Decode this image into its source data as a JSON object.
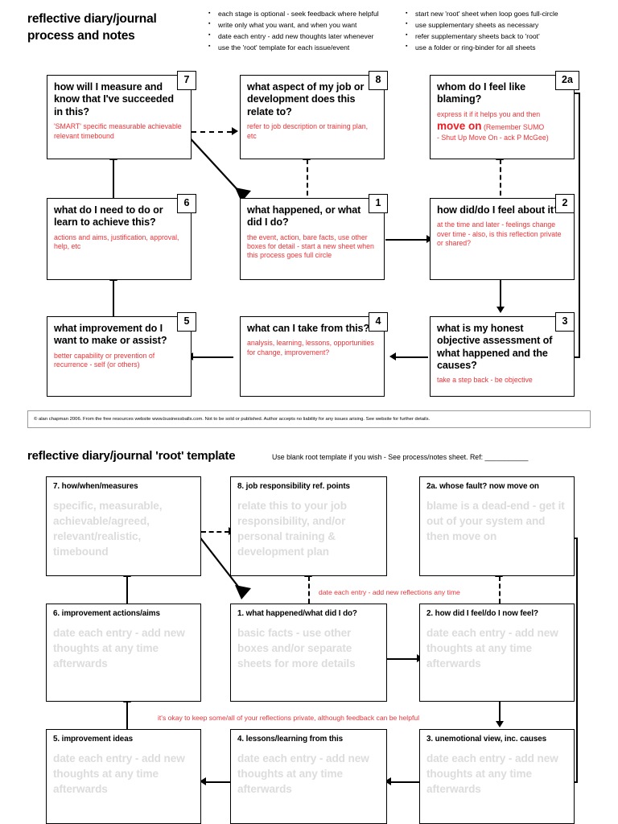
{
  "header": {
    "title": "reflective diary/journal process and notes",
    "bullets_left": [
      "each stage is optional - seek feedback where helpful",
      "write only what you want, and when you want",
      "date each entry - add new thoughts later whenever",
      "use the 'root' template for each issue/event"
    ],
    "bullets_right": [
      "start new 'root' sheet when loop goes full-circle",
      "use supplementary sheets as necessary",
      "refer supplementary sheets back to 'root'",
      "use a folder or ring-binder for all sheets"
    ]
  },
  "process_boxes": {
    "b7": {
      "num": "7",
      "title": "how will I measure and know that I've succeeded in this?",
      "note": "'SMART' specific measurable achievable relevant timebound"
    },
    "b8": {
      "num": "8",
      "title": "what aspect of my job or development does this relate to?",
      "note": "refer to job description or training plan, etc"
    },
    "b2a": {
      "num": "2a",
      "title": "whom do I feel like blaming?",
      "note_1": "express it if it helps you and then",
      "note_big": "move on",
      "note_2": "(Remember SUMO",
      "note_3": "- Shut Up Move On - ack P McGee)"
    },
    "b6": {
      "num": "6",
      "title": "what do I need to do or learn to achieve this?",
      "note": "actions and aims, justification, approval, help, etc"
    },
    "b1": {
      "num": "1",
      "title": "what happened, or what did I do?",
      "note": "the event, action, bare facts, use other boxes for detail - start a new sheet when this process goes full circle"
    },
    "b2": {
      "num": "2",
      "title": "how did/do I feel about it?",
      "note": "at the time and later - feelings change over time - also, is this reflection private or shared?"
    },
    "b5": {
      "num": "5",
      "title": "what improvement do I want to make or assist?",
      "note": "better capability or prevention of recurrence -  self (or others)"
    },
    "b4": {
      "num": "4",
      "title": "what can I take from this?",
      "note": "analysis, learning, lessons, opportunities for change, improvement?"
    },
    "b3": {
      "num": "3",
      "title": "what is my honest objective assessment of what happened and the causes?",
      "note": "take a step back - be objective"
    }
  },
  "copyright": "© alan chapman 2006. From the free resources website www.businessballs.com. Not to be sold or published. Author accepts no liability for any issues arising. See website for further details.",
  "template": {
    "title": "reflective diary/journal 'root' template",
    "subtitle": "Use blank root template if you wish - See process/notes sheet. Ref: ___________",
    "boxes": {
      "t7": {
        "heading": "7. how/when/measures",
        "placeholder": "specific, measurable, achievable/agreed, relevant/realistic, timebound"
      },
      "t8": {
        "heading": "8. job responsibility ref. points",
        "placeholder": "relate this to your job responsibility, and/or personal  training & development plan"
      },
      "t2a": {
        "heading": "2a. whose fault?   now move on",
        "placeholder": "blame is a dead-end - get it out of your system and then move on"
      },
      "t6": {
        "heading": "6. improvement actions/aims",
        "placeholder": "date each entry - add new thoughts at any time afterwards"
      },
      "t1": {
        "heading": "1. what happened/what did I do?",
        "placeholder": "basic facts - use other boxes and/or separate sheets for more details"
      },
      "t2": {
        "heading": "2. how did I feel/do I now feel?",
        "placeholder": "date each entry - add new thoughts at any time afterwards"
      },
      "t5": {
        "heading": "5. improvement ideas",
        "placeholder": "date each entry - add new thoughts at any time afterwards"
      },
      "t4": {
        "heading": "4. lessons/learning from this",
        "placeholder": "date each entry - add new thoughts at any time afterwards"
      },
      "t3": {
        "heading": "3. unemotional view,  inc. causes",
        "placeholder": "date each entry - add new thoughts at any time afterwards"
      }
    },
    "note_top": "date each entry - add new reflections any time",
    "note_bottom": "it's okay to keep some/all of your reflections private, although feedback can be helpful"
  },
  "colors": {
    "red": "#ed3237",
    "move_on_red": "#ed1c24",
    "placeholder_grey": "#dcdcdc"
  }
}
